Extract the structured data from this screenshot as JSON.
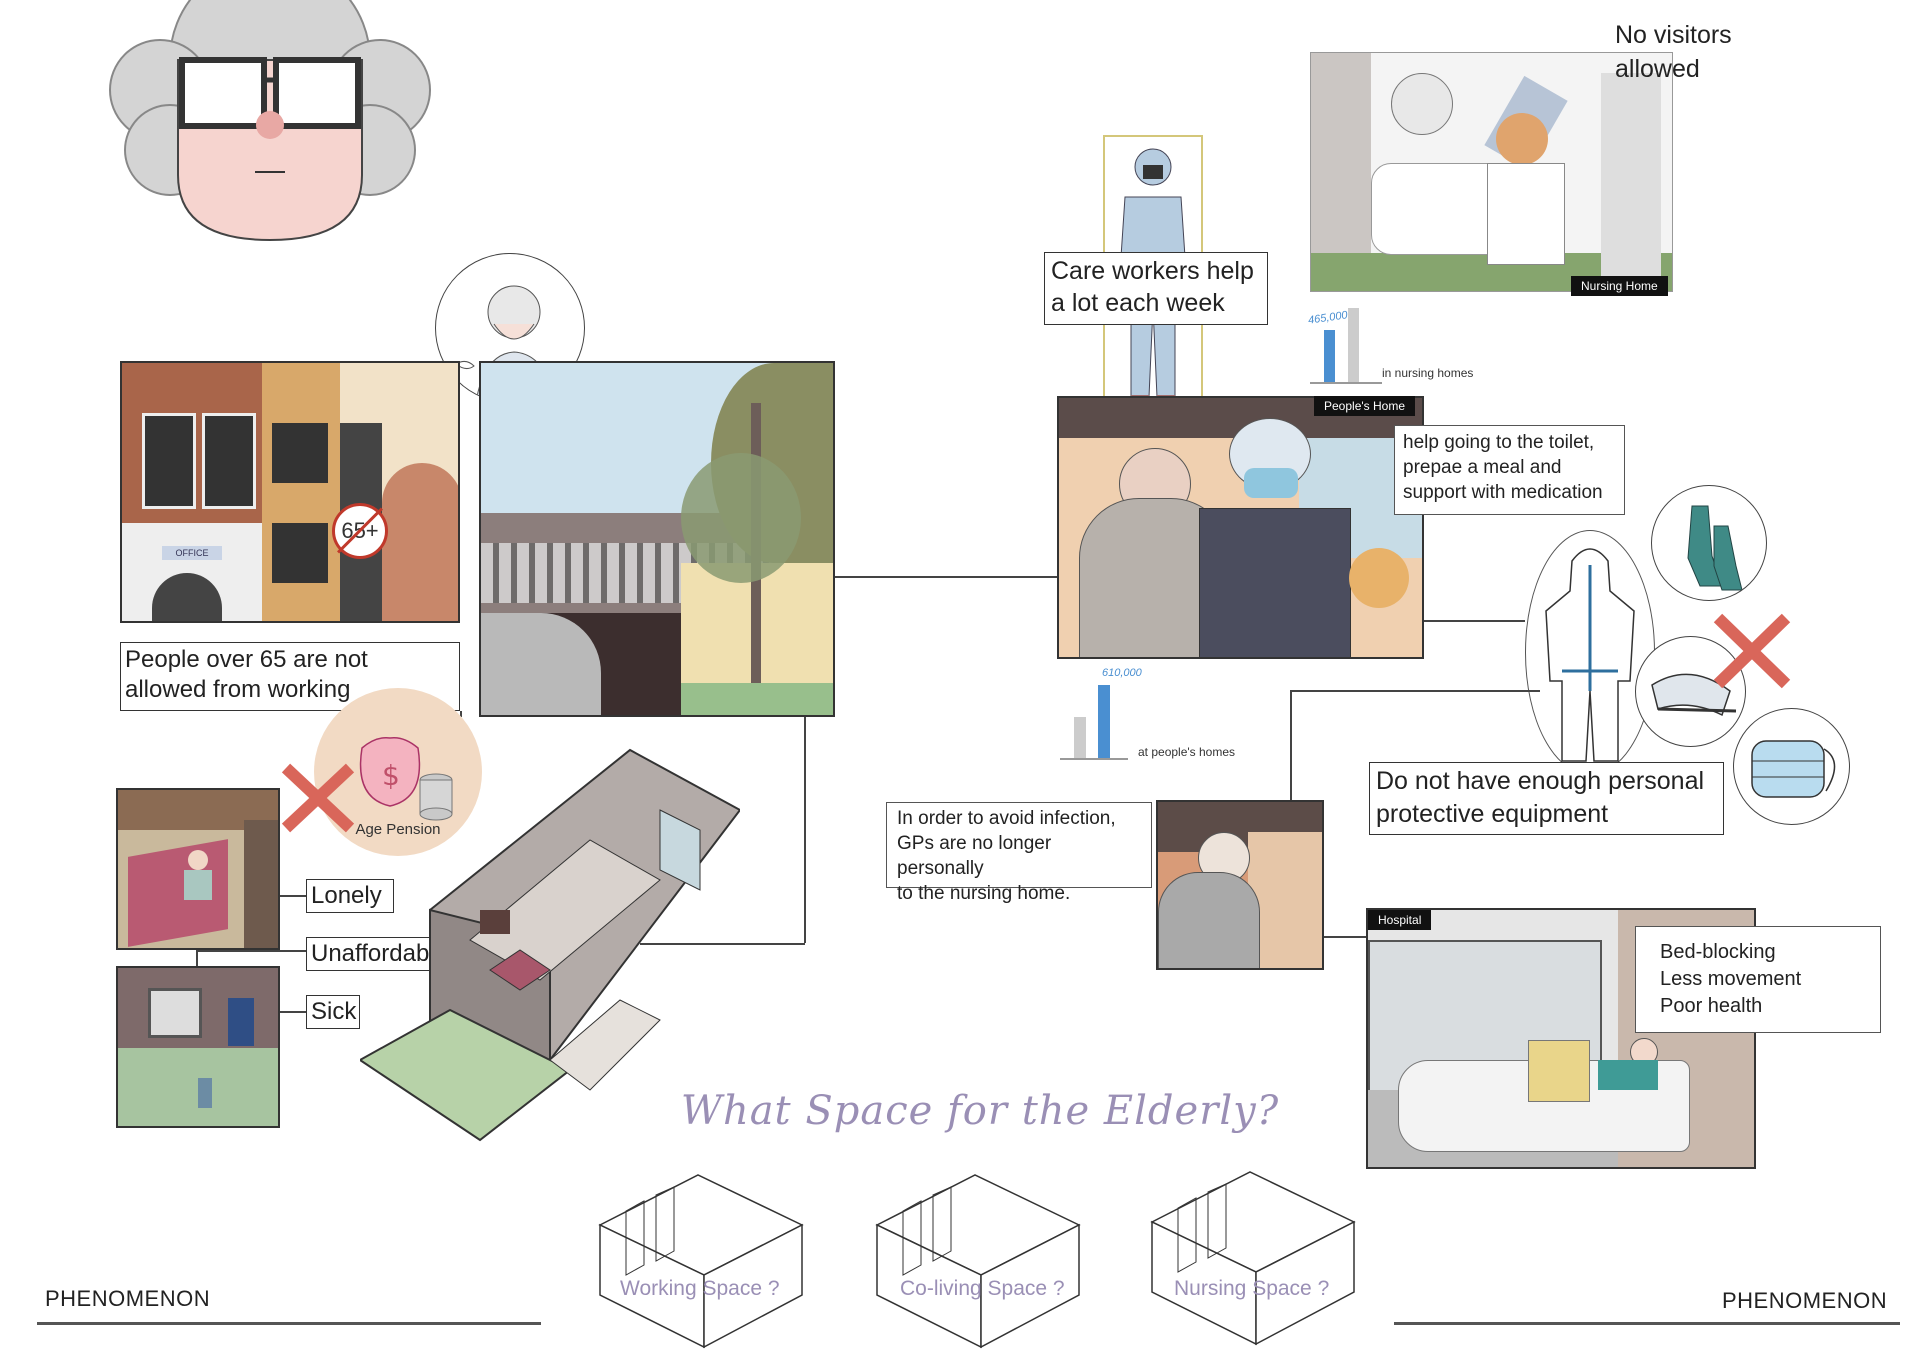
{
  "title": "What Space for the Elderly?",
  "footer": {
    "left": "PHENOMENON",
    "right": "PHENOMENON"
  },
  "space_options": [
    "Working Space ?",
    "Co-living Space ?",
    "Nursing Space ?"
  ],
  "left": {
    "office_sign": "OFFICE",
    "age_sign": "65+",
    "working_caption": "People over 65 are not allowed from working",
    "pension_label": "Age Pension",
    "conditions": [
      "Lonely",
      "Unaffordable",
      "Sick"
    ]
  },
  "right": {
    "no_visitors": "No visitors allowed",
    "nursing_home_tag": "Nursing Home",
    "care_workers": "Care workers help a lot each week",
    "nursing_stat": {
      "value": "465,000",
      "label": "in nursing homes"
    },
    "peoples_home_tag": "People's Home",
    "help_text": [
      "help going to the toilet,",
      "prepae a meal and",
      "support with medication"
    ],
    "home_stat": {
      "value": "610,000",
      "label": "at people's homes"
    },
    "ppe_caption": "Do not have enough personal protective equipment",
    "gp_caption": [
      "In order to avoid infection,",
      "GPs are no longer personally",
      "to the nursing home."
    ],
    "hospital_tag": "Hospital",
    "hospital_issues": [
      "Bed-blocking",
      "Less movement",
      "Poor health"
    ]
  },
  "colors": {
    "accent_purple": "#9a8fb5",
    "cross_red": "#d9665a",
    "stat_blue": "#4a8fd1"
  }
}
